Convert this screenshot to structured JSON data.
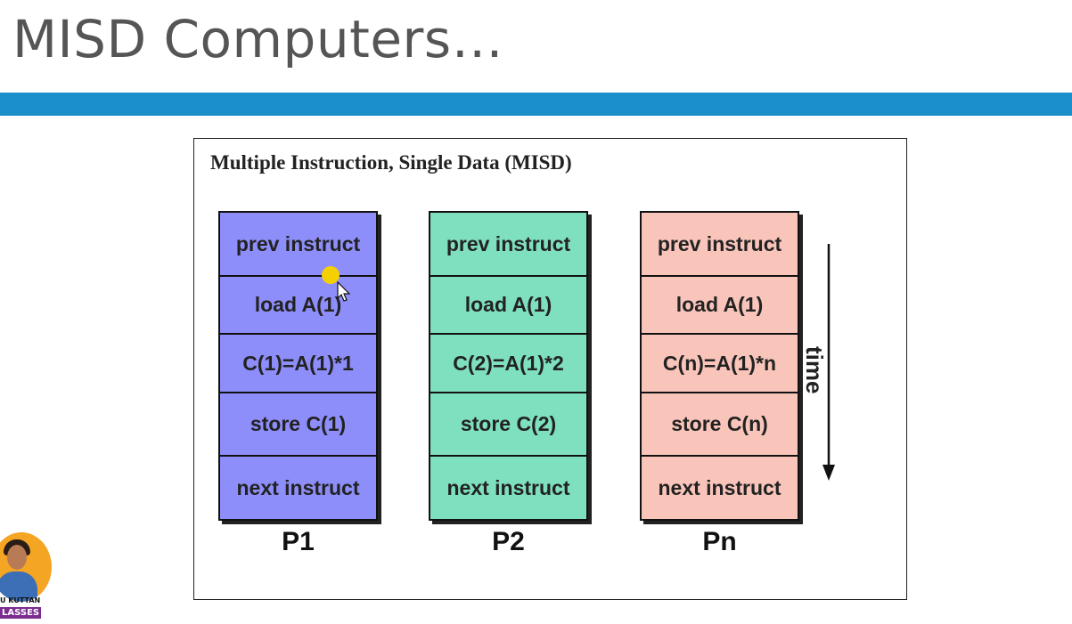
{
  "slide": {
    "title": "MISD Computers…",
    "accent_color": "#1a8fc9"
  },
  "figure": {
    "heading": "Multiple Instruction, Single Data (MISD)",
    "time_label": "time",
    "processors": [
      {
        "label": "P1",
        "color": "#8e8efb",
        "steps": [
          "prev instruct",
          "load A(1)",
          "C(1)=A(1)*1",
          "store C(1)",
          "next instruct"
        ]
      },
      {
        "label": "P2",
        "color": "#7fe0c0",
        "steps": [
          "prev instruct",
          "load A(1)",
          "C(2)=A(1)*2",
          "store C(2)",
          "next instruct"
        ]
      },
      {
        "label": "Pn",
        "color": "#f9c5bb",
        "steps": [
          "prev instruct",
          "load A(1)",
          "C(n)=A(1)*n",
          "store C(n)",
          "next instruct"
        ]
      }
    ]
  },
  "presenter": {
    "name": "U KUTTAN",
    "sub": "LASSES"
  },
  "icons": {
    "pointer": "laser-pointer-icon",
    "cursor": "mouse-cursor-icon",
    "arrow": "down-arrow-icon"
  }
}
